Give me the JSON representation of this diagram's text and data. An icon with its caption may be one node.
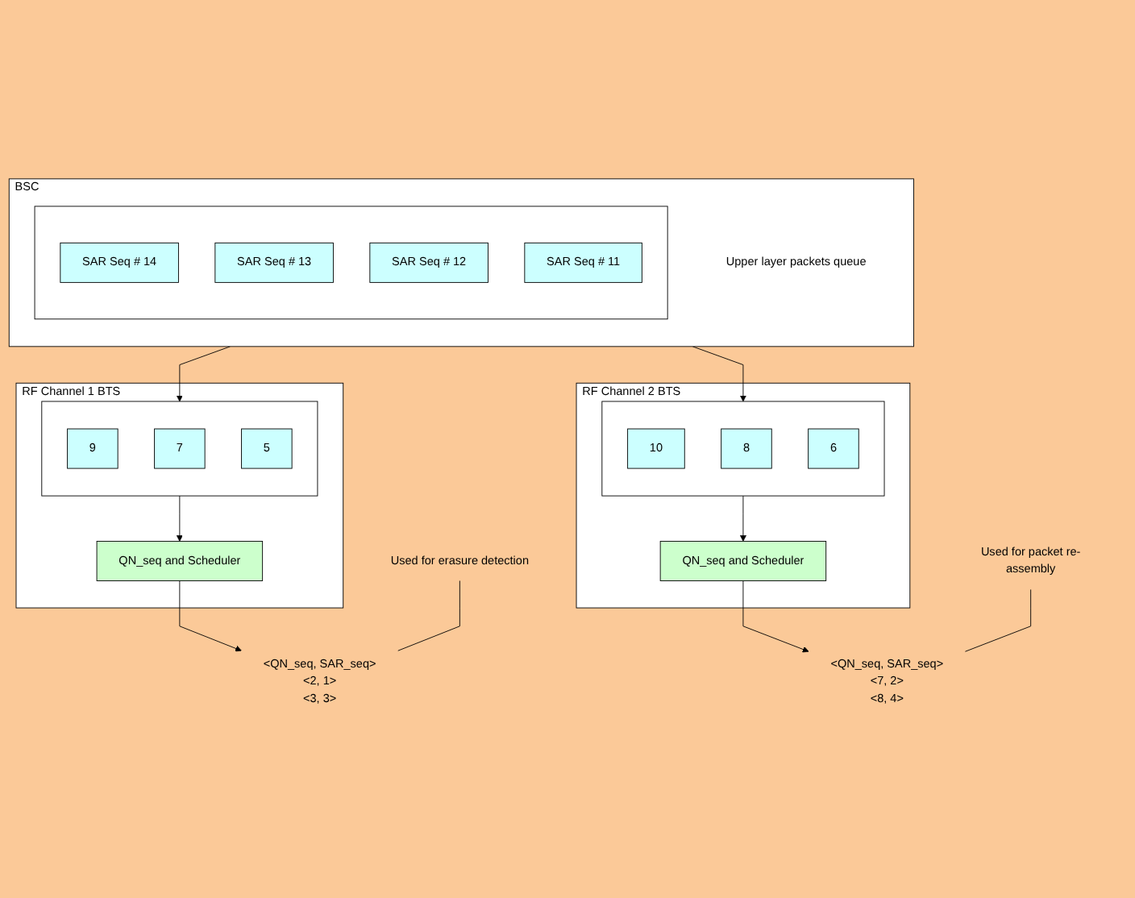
{
  "diagram": {
    "nodes": [
      {
        "text": [
          "BSC"
        ]
      },
      {
        "text": [],
        "shape": "box",
        "in": 0
      },
      {
        "text": [
          "SAR Seq # 14"
        ],
        "in": 1
      },
      {
        "text": [
          "SAR Seq # 13"
        ],
        "in": 1
      },
      {
        "text": [
          "SAR Seq # 12"
        ],
        "in": 1
      },
      {
        "text": [
          "SAR Seq # 11"
        ],
        "in": 1
      },
      {
        "text": [
          "Upper layer packets queue"
        ],
        "in": 0
      },
      {
        "text": [
          "RF Channel 1 BTS"
        ]
      },
      {
        "text": [],
        "shape": "box",
        "in": 7
      },
      {
        "text": [
          "9"
        ],
        "in": 8
      },
      {
        "text": [
          "7"
        ],
        "in": 8
      },
      {
        "text": [
          "5"
        ],
        "in": 8
      },
      {
        "text": [
          "QN_seq and Scheduler"
        ],
        "in": 7
      },
      {
        "text": [
          "RF Channel 2 BTS"
        ]
      },
      {
        "text": [],
        "shape": "box",
        "in": 13
      },
      {
        "text": [
          "10"
        ],
        "in": 14
      },
      {
        "text": [
          "8"
        ],
        "in": 14
      },
      {
        "text": [
          "6"
        ],
        "in": 14
      },
      {
        "text": [
          "QN_seq and Scheduler"
        ],
        "in": 13
      },
      {
        "text": [
          "<QN_seq, SAR_seq>",
          "<2, 1>",
          "<3, 3>"
        ]
      },
      {
        "text": [
          "<QN_seq, SAR_seq>",
          "<7, 2>",
          "<8, 4>"
        ]
      },
      {
        "text": [
          "Used for erasure detection"
        ]
      },
      {
        "text": [
          "Used for packet re-assembly"
        ]
      }
    ],
    "edges": [
      {
        "from": 0,
        "to": 8,
        "arrow": "to"
      },
      {
        "from": 0,
        "to": 14,
        "arrow": "to"
      },
      {
        "from": 8,
        "to": 12,
        "arrow": "to"
      },
      {
        "from": 14,
        "to": 18,
        "arrow": "to"
      },
      {
        "from": 12,
        "to": 19,
        "arrow": "to"
      },
      {
        "from": 18,
        "to": 20,
        "arrow": "to"
      },
      {
        "from": 21,
        "to": 19,
        "arrow": "none"
      },
      {
        "from": 22,
        "to": 20,
        "arrow": "none"
      }
    ]
  }
}
